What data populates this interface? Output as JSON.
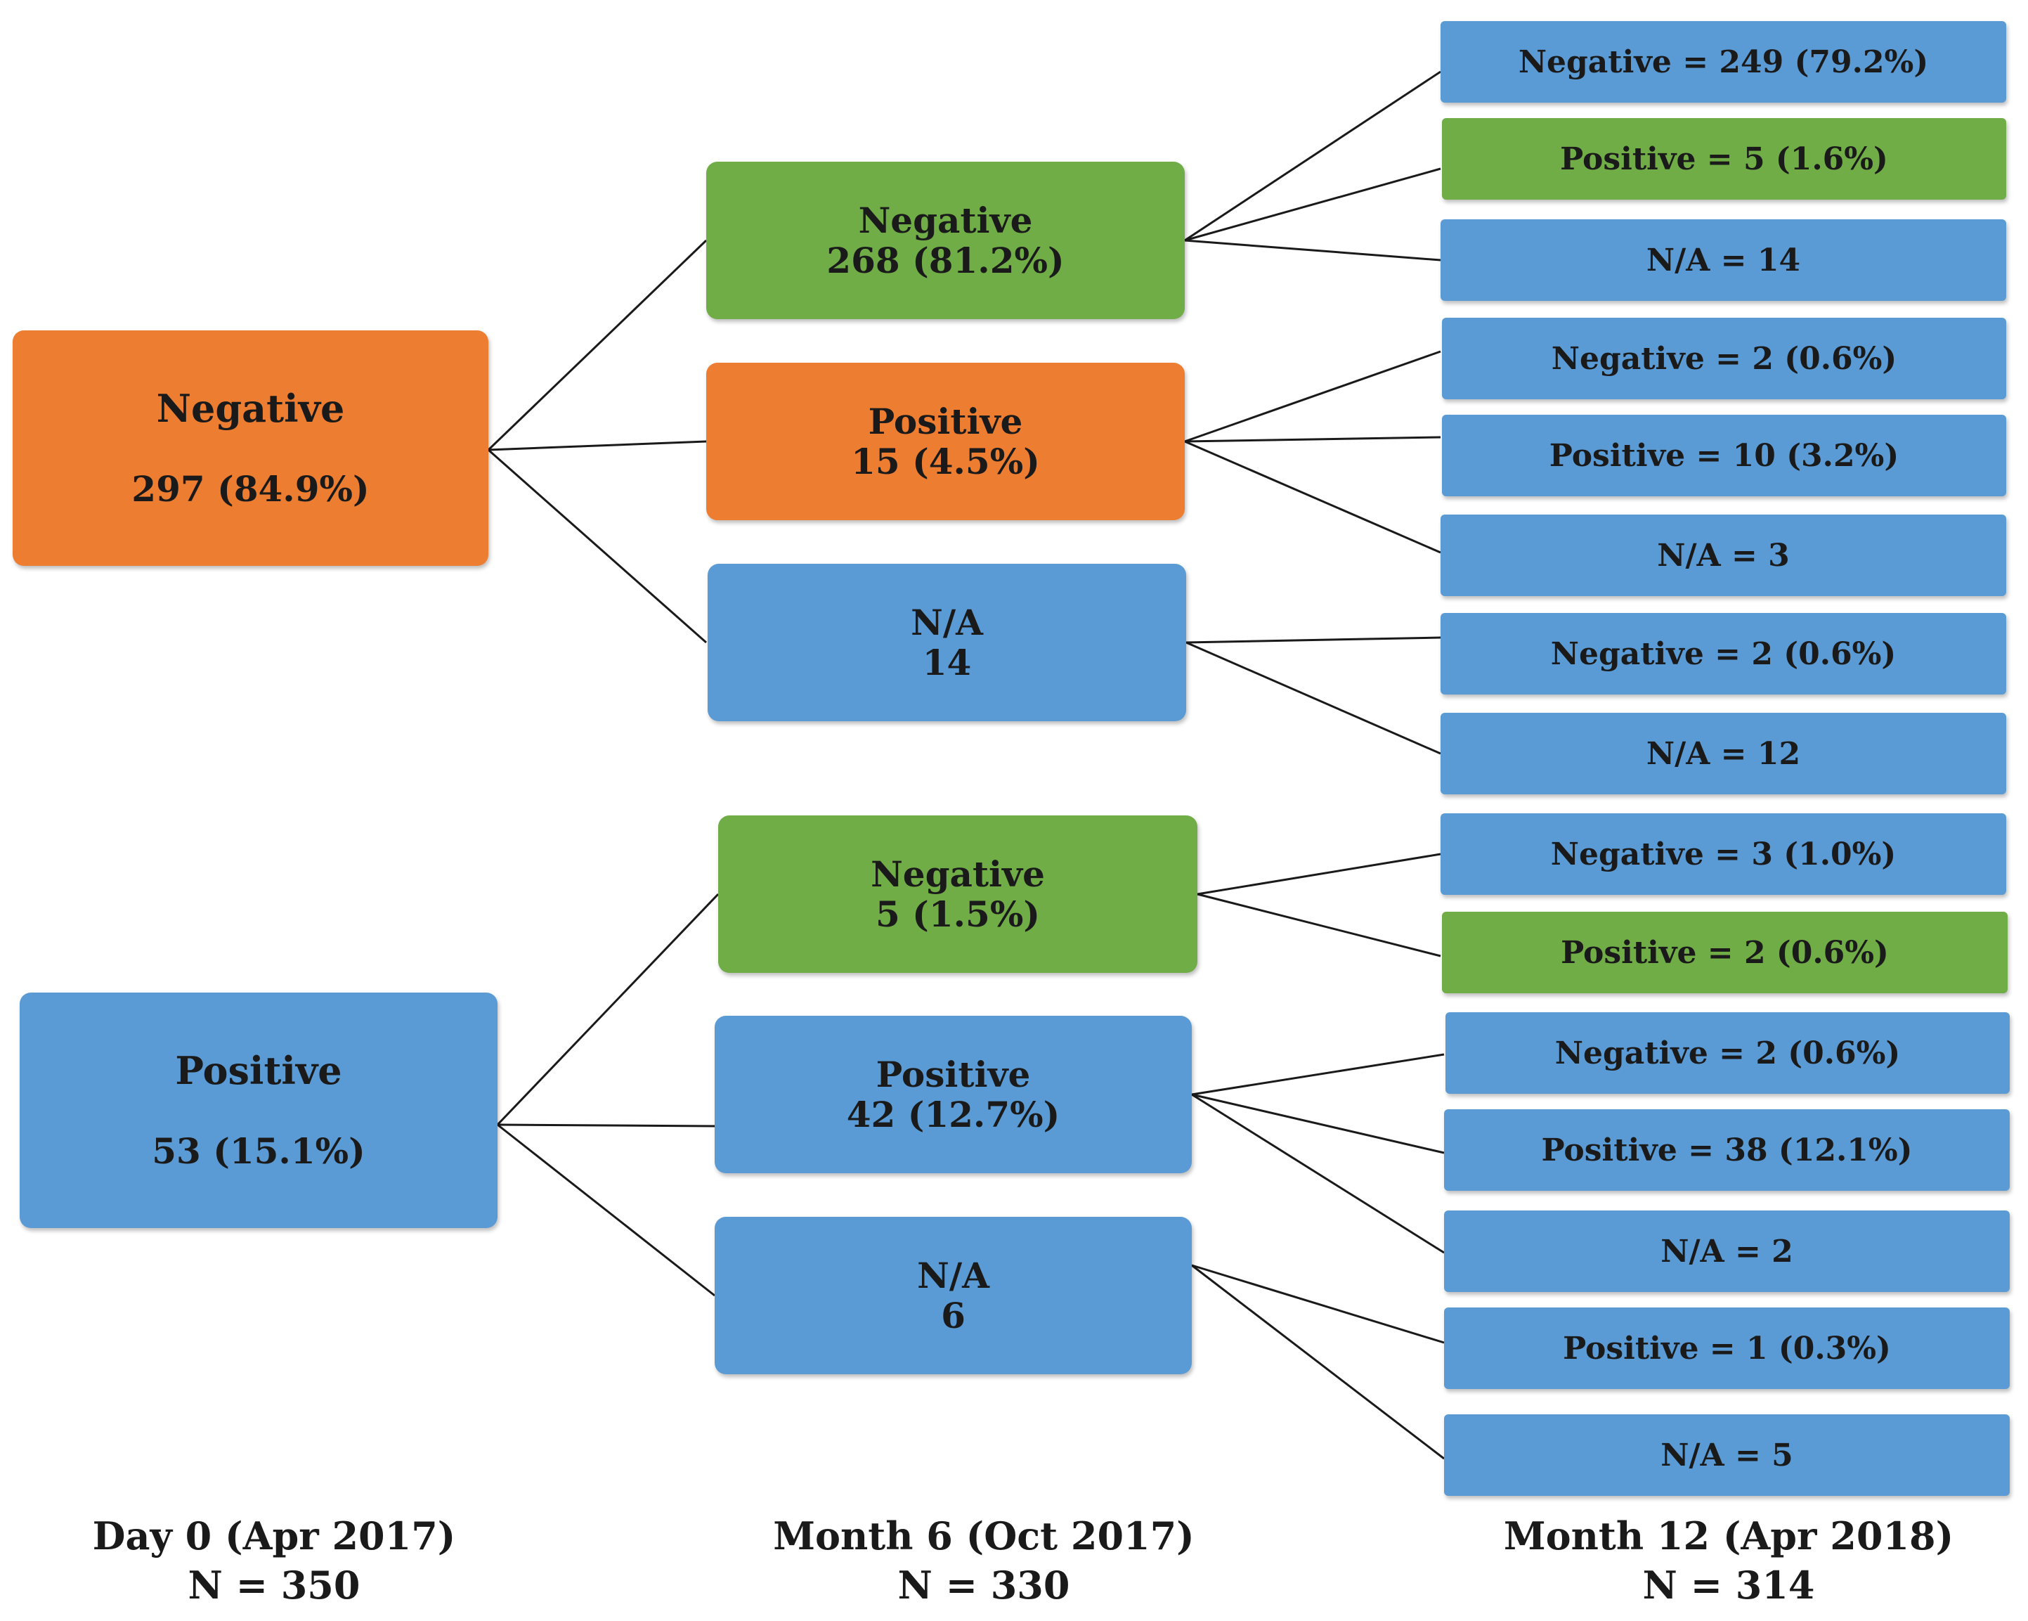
{
  "day0": {
    "negative": {
      "label": "Negative",
      "value": "297 (84.9%)"
    },
    "positive": {
      "label": "Positive",
      "value": "53 (15.1%)"
    },
    "footer": {
      "title": "Day 0 (Apr 2017)",
      "n": "N = 350"
    }
  },
  "month6": {
    "neg_neg": {
      "label": "Negative",
      "value": "268 (81.2%)"
    },
    "neg_pos": {
      "label": "Positive",
      "value": "15 (4.5%)"
    },
    "neg_na": {
      "label": "N/A",
      "value": "14"
    },
    "pos_neg": {
      "label": "Negative",
      "value": "5 (1.5%)"
    },
    "pos_pos": {
      "label": "Positive",
      "value": "42 (12.7%)"
    },
    "pos_na": {
      "label": "N/A",
      "value": "6"
    },
    "footer": {
      "title": "Month 6 (Oct 2017)",
      "n": "N = 330"
    }
  },
  "month12": {
    "leaves": [
      "Negative = 249 (79.2%)",
      "Positive = 5 (1.6%)",
      "N/A = 14",
      "Negative = 2 (0.6%)",
      "Positive = 10 (3.2%)",
      "N/A = 3",
      "Negative = 2 (0.6%)",
      "N/A = 12",
      "Negative = 3 (1.0%)",
      "Positive = 2 (0.6%)",
      "Negative = 2 (0.6%)",
      "Positive = 38 (12.1%)",
      "N/A = 2",
      "Positive = 1 (0.3%)",
      "N/A = 5"
    ],
    "footer": {
      "title": "Month 12 (Apr 2018)",
      "n": "N = 314"
    }
  },
  "colors": {
    "orange": "#ed7d31",
    "green": "#70ad47",
    "blue": "#5b9bd5"
  }
}
